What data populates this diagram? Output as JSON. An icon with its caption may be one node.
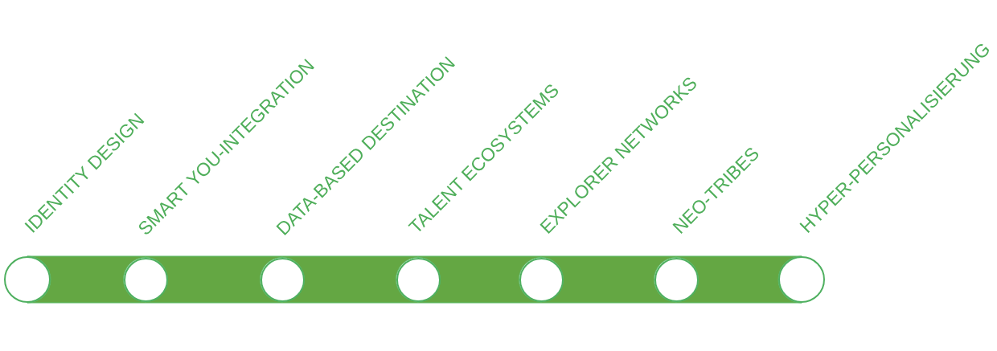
{
  "diagram": {
    "nodes": [
      {
        "text": [],
        "shape": "circle",
        "beside": [
          "IDENTITY DESIGN"
        ]
      },
      {
        "text": [],
        "shape": "circle",
        "beside": [
          "SMART YOU-INTEGRATION"
        ]
      },
      {
        "text": [],
        "shape": "circle",
        "beside": [
          "DATA-BASED DESTINATION"
        ]
      },
      {
        "text": [],
        "shape": "circle",
        "beside": [
          "TALENT ECOSYSTEMS"
        ]
      },
      {
        "text": [],
        "shape": "circle",
        "beside": [
          "EXPLORER NETWORKS"
        ]
      },
      {
        "text": [],
        "shape": "circle",
        "beside": [
          "NEO-TRIBES"
        ]
      },
      {
        "text": [],
        "shape": "circle",
        "beside": [
          "HYPER-PERSONALISIERUNG"
        ]
      }
    ],
    "edges": [
      {
        "from": 0,
        "to": 1,
        "arrow": "none"
      },
      {
        "from": 1,
        "to": 2,
        "arrow": "none"
      },
      {
        "from": 2,
        "to": 3,
        "arrow": "none"
      },
      {
        "from": 3,
        "to": 4,
        "arrow": "none"
      },
      {
        "from": 4,
        "to": 5,
        "arrow": "none"
      },
      {
        "from": 5,
        "to": 6,
        "arrow": "none"
      }
    ]
  }
}
